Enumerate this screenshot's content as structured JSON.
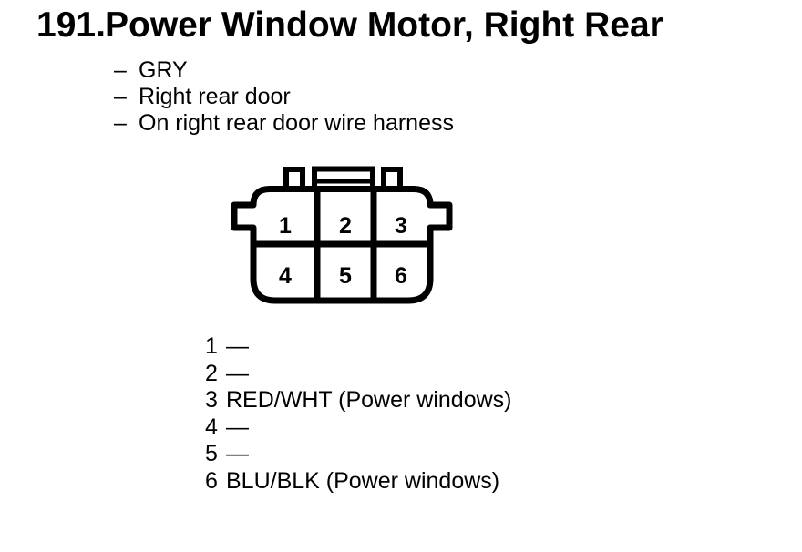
{
  "header": {
    "number": "191.",
    "title": "Power Window Motor, Right Rear"
  },
  "details": [
    {
      "dash": "–",
      "text": "GRY"
    },
    {
      "dash": "–",
      "text": "Right rear door"
    },
    {
      "dash": "–",
      "text": "On right rear door wire harness"
    }
  ],
  "connector": {
    "pins": [
      "1",
      "2",
      "3",
      "4",
      "5",
      "6"
    ]
  },
  "pins": [
    {
      "number": "1",
      "label": "—"
    },
    {
      "number": "2",
      "label": "—"
    },
    {
      "number": "3",
      "label": "RED/WHT (Power windows)"
    },
    {
      "number": "4",
      "label": "—"
    },
    {
      "number": "5",
      "label": "—"
    },
    {
      "number": "6",
      "label": "BLU/BLK (Power windows)"
    }
  ],
  "colors": {
    "ink": "#000000",
    "paper": "#ffffff"
  }
}
